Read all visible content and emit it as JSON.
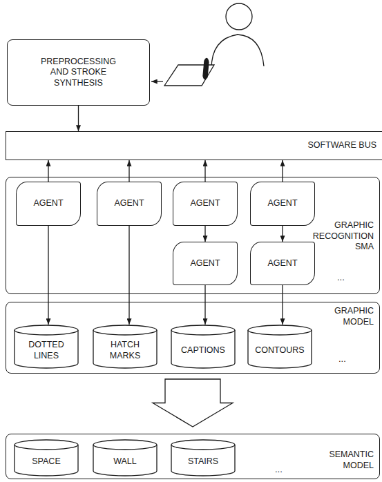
{
  "diagram": {
    "nodes": [
      {
        "text": [
          "PREPROCESSING AND STROKE SYNTHESIS"
        ]
      },
      {
        "text": [
          "SOFTWARE BUS"
        ]
      },
      {
        "text": [
          "GRAPHIC RECOGNITION SMA"
        ]
      },
      {
        "text": [
          "AGENT"
        ],
        "in": 2
      },
      {
        "text": [
          "AGENT"
        ],
        "in": 2
      },
      {
        "text": [
          "AGENT"
        ],
        "in": 2
      },
      {
        "text": [
          "AGENT"
        ],
        "in": 2
      },
      {
        "text": [
          "AGENT"
        ],
        "in": 2
      },
      {
        "text": [
          "AGENT"
        ],
        "in": 2
      },
      {
        "text": [
          "GRAPHIC MODEL"
        ]
      },
      {
        "text": [
          "DOTTED LINES"
        ],
        "in": 9
      },
      {
        "text": [
          "HATCH MARKS"
        ],
        "in": 9
      },
      {
        "text": [
          "CAPTIONS"
        ],
        "in": 9
      },
      {
        "text": [
          "CONTOURS"
        ],
        "in": 9
      },
      {
        "text": [
          "SEMANTIC MODEL"
        ]
      },
      {
        "text": [
          "SPACE"
        ],
        "in": 14
      },
      {
        "text": [
          "WALL"
        ],
        "in": 14
      },
      {
        "text": [
          "STAIRS"
        ],
        "in": 14
      }
    ],
    "edges": [
      {
        "from": 0,
        "to": 1,
        "arrow": "to"
      },
      {
        "from": 3,
        "to": 1,
        "arrow": "to"
      },
      {
        "from": 4,
        "to": 1,
        "arrow": "to"
      },
      {
        "from": 5,
        "to": 1,
        "arrow": "to"
      },
      {
        "from": 6,
        "to": 1,
        "arrow": "to"
      },
      {
        "from": 3,
        "to": 10,
        "arrow": "to"
      },
      {
        "from": 4,
        "to": 11,
        "arrow": "to"
      },
      {
        "from": 5,
        "to": 7,
        "arrow": "to"
      },
      {
        "from": 6,
        "to": 8,
        "arrow": "to"
      },
      {
        "from": 7,
        "to": 12,
        "arrow": "to"
      },
      {
        "from": 8,
        "to": 13,
        "arrow": "to"
      },
      {
        "from": 9,
        "to": 14,
        "arrow": "to"
      }
    ],
    "labels": [
      "...",
      "...",
      "..."
    ]
  }
}
